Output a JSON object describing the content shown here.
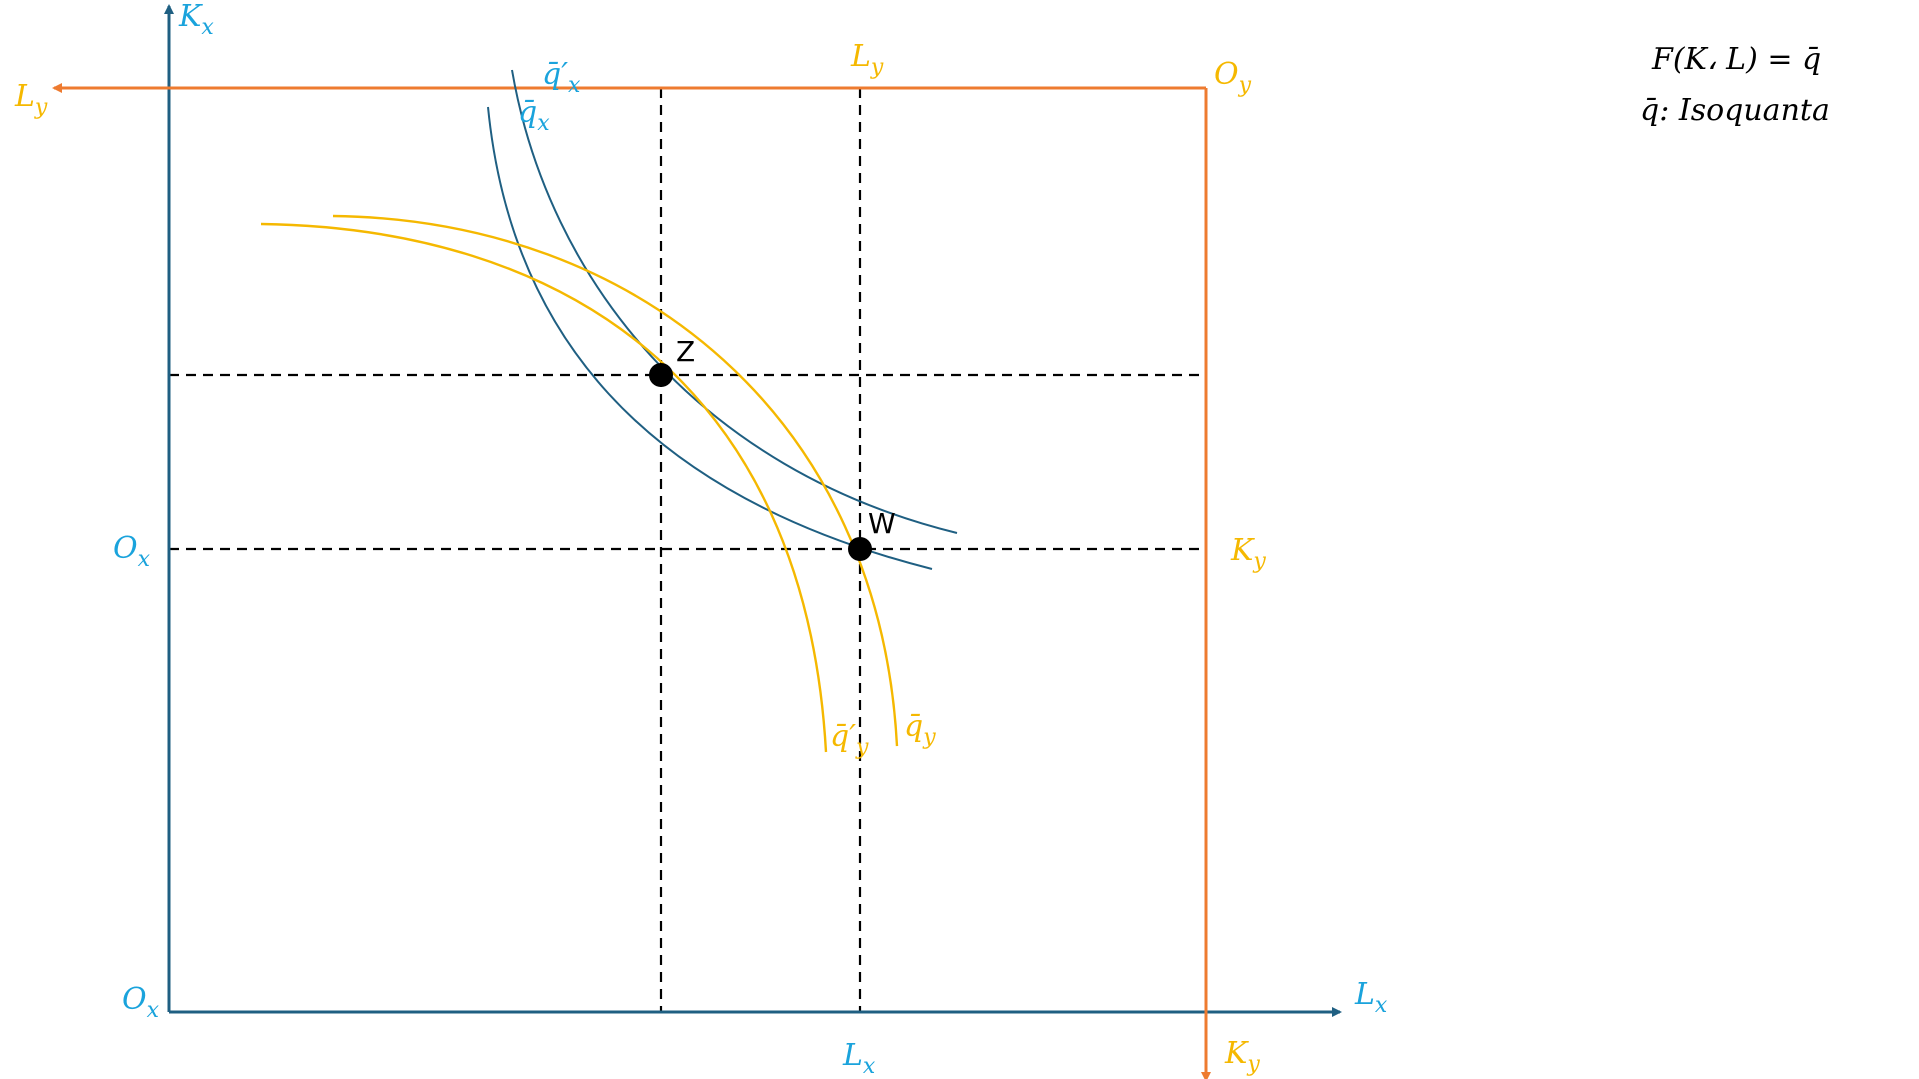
{
  "colors": {
    "x_axis": "#1f5f82",
    "x_label": "#1aa3dc",
    "y_axis": "#ee7b30",
    "y_label": "#f5b800",
    "isoquant_x": "#1f5f82",
    "isoquant_y": "#f5b800",
    "guide": "#000000"
  },
  "labels": {
    "kx_top": {
      "main": "K",
      "sub": "x"
    },
    "ox_bottom": {
      "main": "O",
      "sub": "x"
    },
    "ox_mid": {
      "main": "O",
      "sub": "x"
    },
    "lx_right": {
      "main": "L",
      "sub": "x"
    },
    "lx_bottom": {
      "main": "L",
      "sub": "x"
    },
    "ly_left": {
      "main": "L",
      "sub": "y"
    },
    "ly_top": {
      "main": "L",
      "sub": "y"
    },
    "oy_top": {
      "main": "O",
      "sub": "y"
    },
    "ky_mid": {
      "main": "K",
      "sub": "y"
    },
    "ky_bottom": {
      "main": "K",
      "sub": "y"
    },
    "qprime_x": {
      "main": "q̄′",
      "sub": "x"
    },
    "q_x": {
      "main": "q̄",
      "sub": "x"
    },
    "qprime_y": {
      "main": "q̄′",
      "sub": "y"
    },
    "q_y": {
      "main": "q̄",
      "sub": "y"
    }
  },
  "points": {
    "z": "Z",
    "w": "W"
  },
  "formula": {
    "line1": "F(K، L) = q̄",
    "line2": "q̄: Isoquanta"
  }
}
